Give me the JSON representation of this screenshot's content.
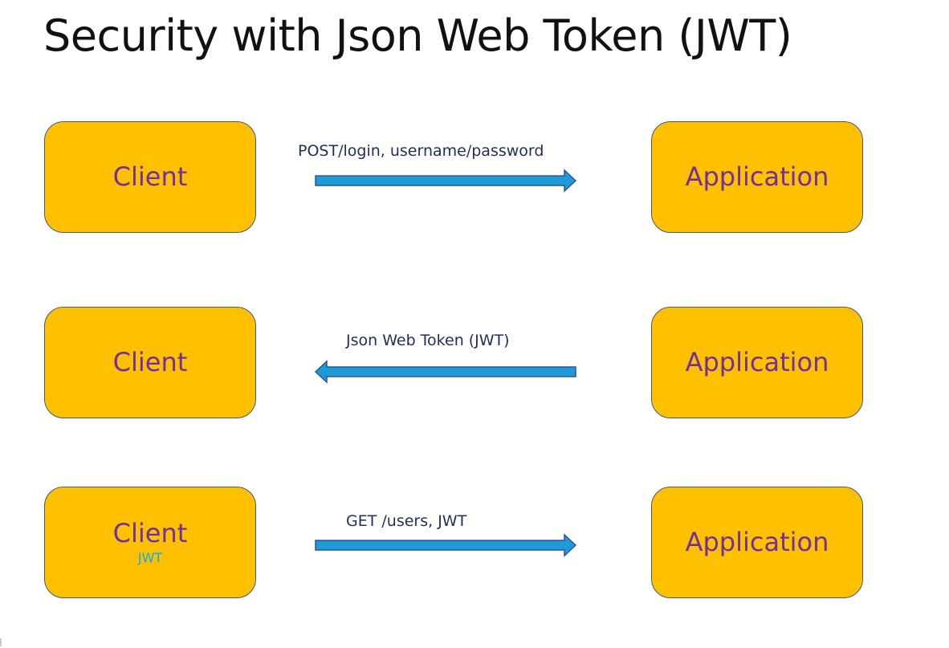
{
  "title": "Security with Json Web Token (JWT)",
  "colors": {
    "box_fill": "#ffc000",
    "box_border": "#3f5a7a",
    "box_text": "#7030a0",
    "arrow_fill": "#1e9bd7",
    "arrow_border": "#2f5597",
    "label_text": "#1f2e5a",
    "jwt_badge": "#00b0f0"
  },
  "rows": [
    {
      "client": "Client",
      "application": "Application",
      "message": "POST/login, username/password",
      "direction": "right"
    },
    {
      "client": "Client",
      "application": "Application",
      "message": "Json Web Token (JWT)",
      "direction": "left"
    },
    {
      "client": "Client",
      "client_badge": "JWT",
      "application": "Application",
      "message": "GET /users, JWT",
      "direction": "right"
    }
  ]
}
